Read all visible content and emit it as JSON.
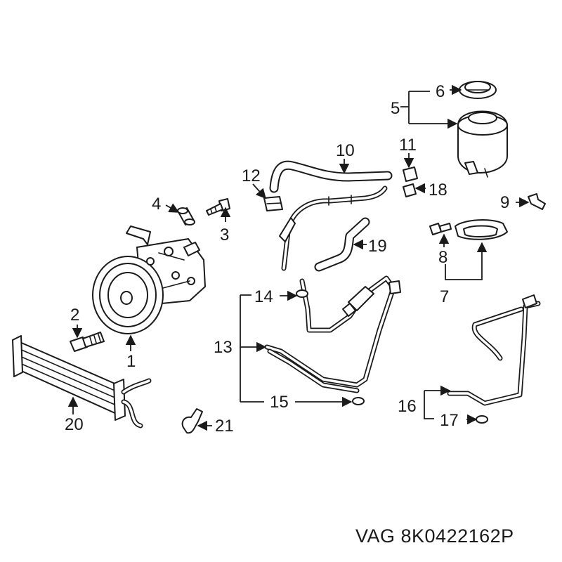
{
  "callouts": {
    "c1": "1",
    "c2": "2",
    "c3": "3",
    "c4": "4",
    "c5": "5",
    "c6": "6",
    "c7": "7",
    "c8": "8",
    "c9": "9",
    "c10": "10",
    "c11": "11",
    "c12": "12",
    "c13": "13",
    "c14": "14",
    "c15": "15",
    "c16": "16",
    "c17": "17",
    "c18": "18",
    "c19": "19",
    "c20": "20",
    "c21": "21"
  },
  "part_reference": "VAG 8K0422162P"
}
